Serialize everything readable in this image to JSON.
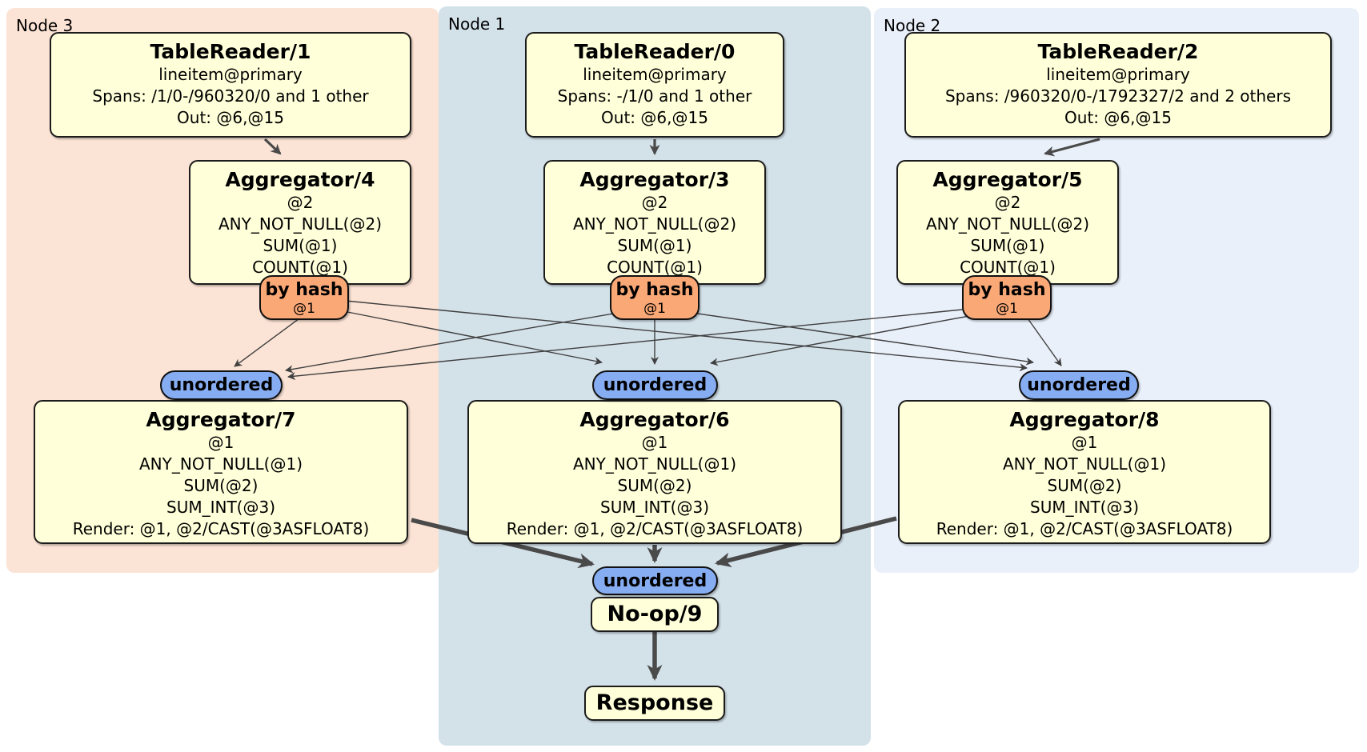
{
  "nodes": {
    "node3": {
      "label": "Node 3"
    },
    "node1": {
      "label": "Node 1"
    },
    "node2": {
      "label": "Node 2"
    }
  },
  "processors": {
    "tableReader1": {
      "title": "TableReader/1",
      "index": "lineitem@primary",
      "spans": "Spans: /1/0-/960320/0 and 1 other",
      "out": "Out: @6,@15"
    },
    "tableReader0": {
      "title": "TableReader/0",
      "index": "lineitem@primary",
      "spans": "Spans: -/1/0 and 1 other",
      "out": "Out: @6,@15"
    },
    "tableReader2": {
      "title": "TableReader/2",
      "index": "lineitem@primary",
      "spans": "Spans: /960320/0-/1792327/2 and 2 others",
      "out": "Out: @6,@15"
    },
    "aggregator4": {
      "title": "Aggregator/4",
      "group": "@2",
      "agg1": "ANY_NOT_NULL(@2)",
      "agg2": "SUM(@1)",
      "agg3": "COUNT(@1)"
    },
    "aggregator3": {
      "title": "Aggregator/3",
      "group": "@2",
      "agg1": "ANY_NOT_NULL(@2)",
      "agg2": "SUM(@1)",
      "agg3": "COUNT(@1)"
    },
    "aggregator5": {
      "title": "Aggregator/5",
      "group": "@2",
      "agg1": "ANY_NOT_NULL(@2)",
      "agg2": "SUM(@1)",
      "agg3": "COUNT(@1)"
    },
    "aggregator7": {
      "title": "Aggregator/7",
      "group": "@1",
      "agg1": "ANY_NOT_NULL(@1)",
      "agg2": "SUM(@2)",
      "agg3": "SUM_INT(@3)",
      "render": "Render: @1, @2/CAST(@3ASFLOAT8)"
    },
    "aggregator6": {
      "title": "Aggregator/6",
      "group": "@1",
      "agg1": "ANY_NOT_NULL(@1)",
      "agg2": "SUM(@2)",
      "agg3": "SUM_INT(@3)",
      "render": "Render: @1, @2/CAST(@3ASFLOAT8)"
    },
    "aggregator8": {
      "title": "Aggregator/8",
      "group": "@1",
      "agg1": "ANY_NOT_NULL(@1)",
      "agg2": "SUM(@2)",
      "agg3": "SUM_INT(@3)",
      "render": "Render: @1, @2/CAST(@3ASFLOAT8)"
    },
    "noop9": {
      "title": "No-op/9"
    },
    "response": {
      "title": "Response"
    }
  },
  "routers": {
    "byHashNode3": {
      "label": "by hash",
      "columns": "@1"
    },
    "byHashNode1": {
      "label": "by hash",
      "columns": "@1"
    },
    "byHashNode2": {
      "label": "by hash",
      "columns": "@1"
    }
  },
  "synchronizers": {
    "unorderedNode3": {
      "label": "unordered"
    },
    "unorderedNode1": {
      "label": "unordered"
    },
    "unorderedNode2": {
      "label": "unordered"
    },
    "unorderedFinal": {
      "label": "unordered"
    }
  },
  "colors": {
    "node3_bg": "#fbe3d5",
    "node1_bg": "#d3e1e9",
    "node2_bg": "#eaf0fa",
    "box_bg": "#ffffd9",
    "box_border": "#1c1c1c",
    "router_bg": "#f9a876",
    "sync_bg": "#86acf1",
    "edge_thin": "#3f3f3f",
    "edge_thick": "#4a4a4a"
  }
}
